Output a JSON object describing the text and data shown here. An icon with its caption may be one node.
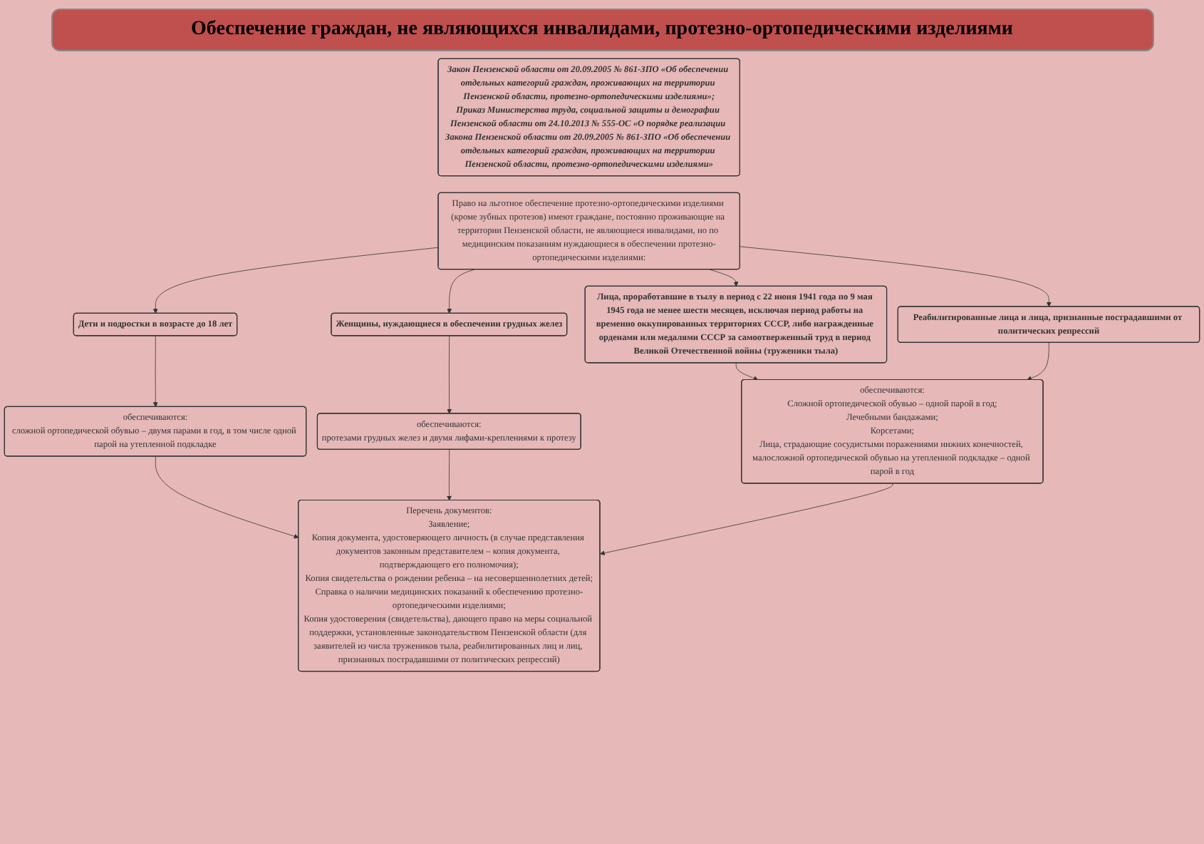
{
  "diagram": {
    "title": "Обеспечение граждан, не являющихся инвалидами, протезно-ортопедическими изделиями",
    "nodes": [
      {
        "text": [
          "Закон Пензенской области от 20.09.2005 № 861-ЗПО «Об обеспечении отдельных категорий граждан, проживающих на территории Пензенской области, протезно-ортопедическими изделиями»;",
          "Приказ Министерства труда, социальной защиты и демографии Пензенской области от 24.10.2013 № 555-ОС «О порядке реализации Закона Пензенской области от 20.09.2005 № 861-ЗПО «Об обеспечении отдельных категорий граждан, проживающих на территории Пензенской области, протезно-ортопедическими изделиями»"
        ]
      },
      {
        "text": [
          "Право на льготное обеспечение протезно-ортопедическими изделиями (кроме зубных протезов) имеют граждане, постоянно проживающие на территории Пензенской области, не являющиеся инвалидами, но по медицинским показаниям нуждающиеся в обеспечении протезно-ортопедическими изделиями:"
        ]
      },
      {
        "text": [
          "Дети и подростки в возрасте до 18 лет"
        ]
      },
      {
        "text": [
          "Женщины, нуждающиеся в обеспечении грудных желез"
        ]
      },
      {
        "text": [
          "Лица, проработавшие в тылу в период с 22 июня 1941 года по 9 мая 1945 года не менее шести месяцев, исключая период работы на временно оккупированных территориях СССР, либо награжденные орденами или медалями СССР за самоотверженный труд в период Великой Отечественной войны (труженики тыла)"
        ]
      },
      {
        "text": [
          "Реабилитированные лица и лица, признанные пострадавшими от политических репрессий"
        ]
      },
      {
        "text": [
          "обеспечиваются:",
          "сложной ортопедической обувью – двумя парами в год, в том числе одной парой на утепленной подкладке"
        ]
      },
      {
        "text": [
          "обеспечиваются:",
          "протезами грудных желез и двумя лифами-креплениями к протезу"
        ]
      },
      {
        "text": [
          "обеспечиваются:",
          "Сложной ортопедической обувью – одной парой в год;",
          "Лечебными бандажами;",
          "Корсетами;",
          "Лица, страдающие сосудистыми поражениями нижних конечностей, малосложной ортопедической обувью на утепленной подкладке – одной парой в год"
        ]
      },
      {
        "text": [
          "Перечень документов:",
          "Заявление;",
          "Копия документа, удостоверяющего личность (в случае представления документов законным представителем – копия документа, подтверждающего его полномочия);",
          "Копия свидетельства о рождении ребенка – на несовершеннолетних детей;",
          "Справка о наличии медицинских показаний к обеспечению протезно-ортопедическими изделиями;",
          "Копия удостоверения (свидетельства), дающего право на меры социальной поддержки, установленные законодательством Пензенской области (для заявителей из числа тружеников тыла, реабилитированных лиц и лиц, признанных пострадавшими от политических репрессий)"
        ]
      }
    ],
    "edges": [
      {
        "from": 1,
        "to": 2,
        "arrow": "to"
      },
      {
        "from": 1,
        "to": 3,
        "arrow": "to"
      },
      {
        "from": 1,
        "to": 4,
        "arrow": "to"
      },
      {
        "from": 1,
        "to": 5,
        "arrow": "to"
      },
      {
        "from": 2,
        "to": 6,
        "arrow": "to"
      },
      {
        "from": 3,
        "to": 7,
        "arrow": "to"
      },
      {
        "from": 4,
        "to": 8,
        "arrow": "to"
      },
      {
        "from": 5,
        "to": 8,
        "arrow": "to"
      },
      {
        "from": 6,
        "to": 9,
        "arrow": "to"
      },
      {
        "from": 7,
        "to": 9,
        "arrow": "to"
      },
      {
        "from": 8,
        "to": 9,
        "arrow": "to"
      }
    ]
  }
}
